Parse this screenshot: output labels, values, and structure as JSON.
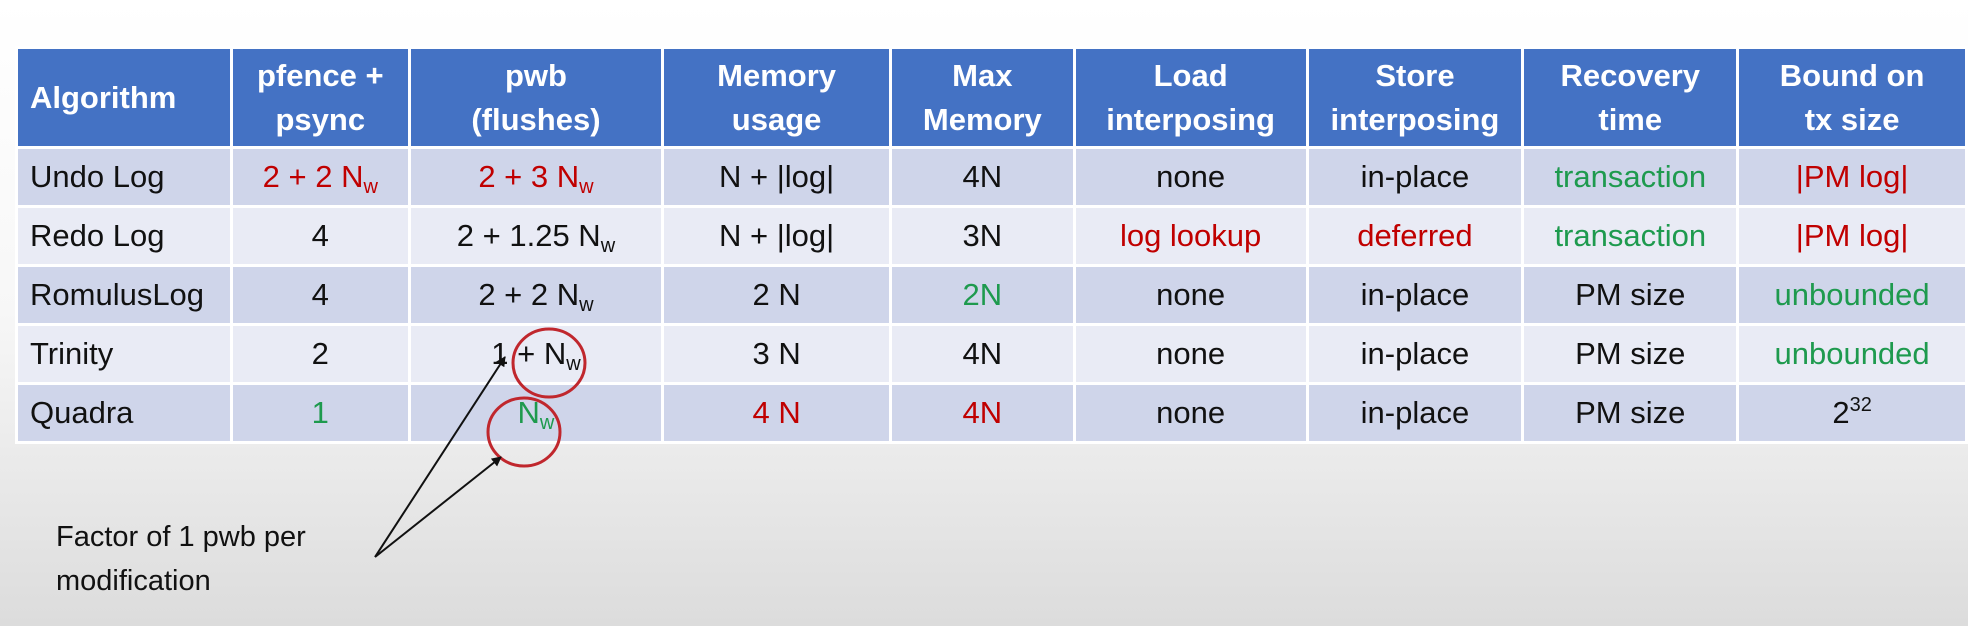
{
  "table": {
    "headers": [
      {
        "line1": "Algorithm",
        "line2": ""
      },
      {
        "line1": "pfence +",
        "line2": "psync"
      },
      {
        "line1": "pwb",
        "line2": "(flushes)"
      },
      {
        "line1": "Memory",
        "line2": "usage"
      },
      {
        "line1": "Max",
        "line2": "Memory"
      },
      {
        "line1": "Load",
        "line2": "interposing"
      },
      {
        "line1": "Store",
        "line2": "interposing"
      },
      {
        "line1": "Recovery",
        "line2": "time"
      },
      {
        "line1": "Bound on",
        "line2": "tx size"
      }
    ],
    "rows": [
      {
        "algorithm": "Undo Log",
        "pfence_psync": "2 + 2 N",
        "pfence_psync_sub": "w",
        "pwb": "2 + 3 N",
        "pwb_sub": "w",
        "memory_usage": "N + |log|",
        "max_memory": "4N",
        "load_interposing": "none",
        "store_interposing": "in-place",
        "recovery_time": "transaction",
        "bound_on_tx_size": "|PM log|"
      },
      {
        "algorithm": "Redo Log",
        "pfence_psync": "4",
        "pwb": "2 + 1.25 N",
        "pwb_sub": "w",
        "memory_usage": "N + |log|",
        "max_memory": "3N",
        "load_interposing": "log lookup",
        "store_interposing": "deferred",
        "recovery_time": "transaction",
        "bound_on_tx_size": "|PM log|"
      },
      {
        "algorithm": "RomulusLog",
        "pfence_psync": "4",
        "pwb": "2 + 2 N",
        "pwb_sub": "w",
        "memory_usage": "2 N",
        "max_memory": "2N",
        "load_interposing": "none",
        "store_interposing": "in-place",
        "recovery_time": "PM size",
        "bound_on_tx_size": "unbounded"
      },
      {
        "algorithm": "Trinity",
        "pfence_psync": "2",
        "pwb": "1 + N",
        "pwb_sub": "w",
        "memory_usage": "3 N",
        "max_memory": "4N",
        "load_interposing": "none",
        "store_interposing": "in-place",
        "recovery_time": "PM size",
        "bound_on_tx_size": "unbounded"
      },
      {
        "algorithm": "Quadra",
        "pfence_psync": "1",
        "pwb": "N",
        "pwb_sub": "w",
        "memory_usage": "4 N",
        "max_memory": "4N",
        "load_interposing": "none",
        "store_interposing": "in-place",
        "recovery_time": "PM size",
        "bound_on_tx_size": "2",
        "bound_on_tx_size_sup": "32"
      }
    ]
  },
  "colors": {
    "header_bg": "#4472c4",
    "row_dark": "#cfd5ea",
    "row_light": "#e9ebf5",
    "red": "#c00000",
    "green": "#1e9a4e",
    "annotation": "#c0272d"
  },
  "annotation": {
    "line1": "Factor of 1 pwb per",
    "line2": "modification"
  }
}
